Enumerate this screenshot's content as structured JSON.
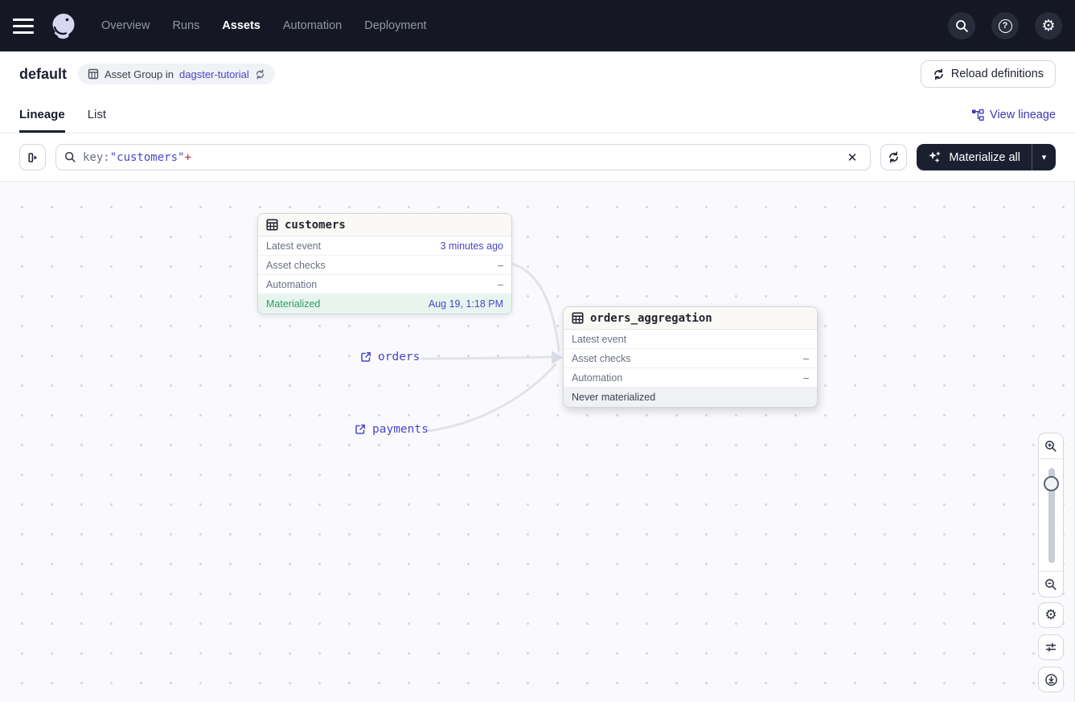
{
  "nav": {
    "items": [
      {
        "label": "Overview",
        "active": false
      },
      {
        "label": "Runs",
        "active": false
      },
      {
        "label": "Assets",
        "active": true
      },
      {
        "label": "Automation",
        "active": false
      },
      {
        "label": "Deployment",
        "active": false
      }
    ]
  },
  "header": {
    "title": "default",
    "badge": {
      "text": "Asset Group in",
      "link": "dagster-tutorial"
    },
    "reload_label": "Reload definitions"
  },
  "tabs": {
    "items": [
      {
        "label": "Lineage"
      },
      {
        "label": "List"
      }
    ],
    "active": "Lineage",
    "view_lineage_label": "View lineage"
  },
  "toolbar": {
    "search": {
      "prefix": "key:",
      "quoted": "\"customers\"",
      "suffix": "+"
    },
    "materialize_label": "Materialize all"
  },
  "graph": {
    "nodes": [
      {
        "title": "customers",
        "rows": [
          {
            "label": "Latest event",
            "value": "3 minutes ago"
          },
          {
            "label": "Asset checks",
            "value": "–"
          },
          {
            "label": "Automation",
            "value": "–"
          },
          {
            "label": "Materialized",
            "value": "Aug 19, 1:18 PM"
          }
        ]
      },
      {
        "title": "orders_aggregation",
        "rows": [
          {
            "label": "Latest event",
            "value": ""
          },
          {
            "label": "Asset checks",
            "value": "–"
          },
          {
            "label": "Automation",
            "value": "–"
          },
          {
            "label": "Never materialized",
            "value": ""
          }
        ]
      }
    ],
    "external_links": [
      {
        "label": "orders"
      },
      {
        "label": "payments"
      }
    ]
  },
  "icons": {
    "gear": "⚙",
    "help": "?",
    "caret_down": "▾",
    "clear": "✕"
  },
  "colors": {
    "nav_bg": "#151824",
    "accent_indigo": "#4B45C9",
    "materialized_green": "#2E9B69",
    "materialized_row_bg": "#E8F5EE",
    "never_row_bg": "#F0F1F4",
    "search_plus_red": "#BE2B3E",
    "edge_gray": "#E1E3E9",
    "button_dark": "#1B2030"
  }
}
